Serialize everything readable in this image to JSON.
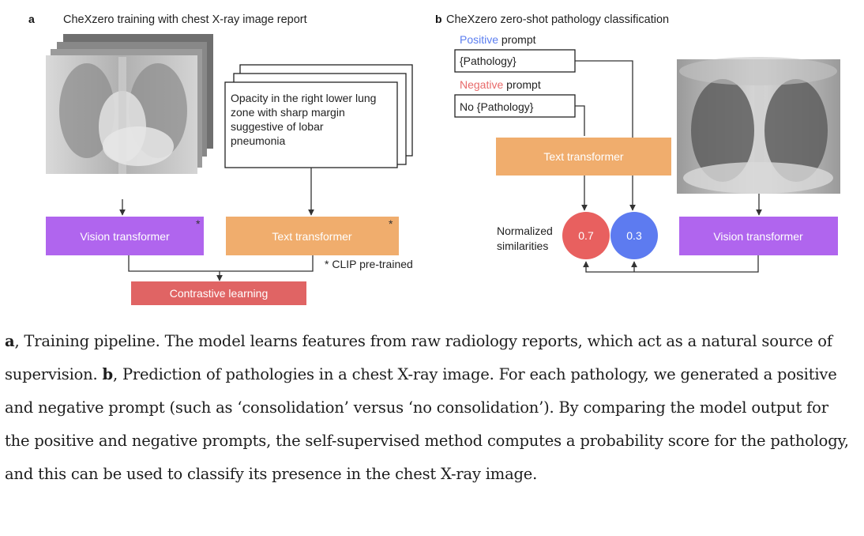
{
  "panel_a": {
    "letter": "a",
    "title": "CheXzero training with chest X-ray image report",
    "report_text": [
      "Opacity in the right lower lung",
      "zone with sharp margin",
      "suggestive of lobar",
      "pneumonia"
    ],
    "vision_label": "Vision transformer",
    "text_label": "Text transformer",
    "star": "*",
    "footnote": "* CLIP pre-trained",
    "contrastive_label": "Contrastive learning"
  },
  "panel_b": {
    "letter": "b",
    "title": "CheXzero zero-shot pathology classification",
    "positive_word": "Positive",
    "positive_rest": " prompt",
    "positive_box": "{Pathology}",
    "negative_word": "Negative",
    "negative_rest": " prompt",
    "negative_box": "No {Pathology}",
    "text_label": "Text transformer",
    "normalized_line1": "Normalized",
    "normalized_line2": "similarities",
    "pos_value": "0.7",
    "neg_value": "0.3",
    "vision_label": "Vision transformer"
  },
  "colors": {
    "vision": "#b065ee",
    "text_transformer": "#f0ad6d",
    "contrastive": "#e06464",
    "positive": "#5b7ef0",
    "negative": "#e86a6a",
    "circle_red": "#e8605f",
    "circle_blue": "#5d7bf0"
  },
  "caption": {
    "a_label": "a",
    "a_text": ", Training pipeline. The model learns features from raw radiology reports, which act as a natural source of supervision. ",
    "b_label": "b",
    "b_text": ", Prediction of pathologies in a chest X-ray image. For each pathology, we generated a positive and negative prompt (such as ‘consolidation’ versus ‘no consolidation’). By comparing the model output for the positive and negative prompts, the self-supervised method computes a probability score for the pathology, and this can be used to classify its presence in the chest X-ray image."
  }
}
